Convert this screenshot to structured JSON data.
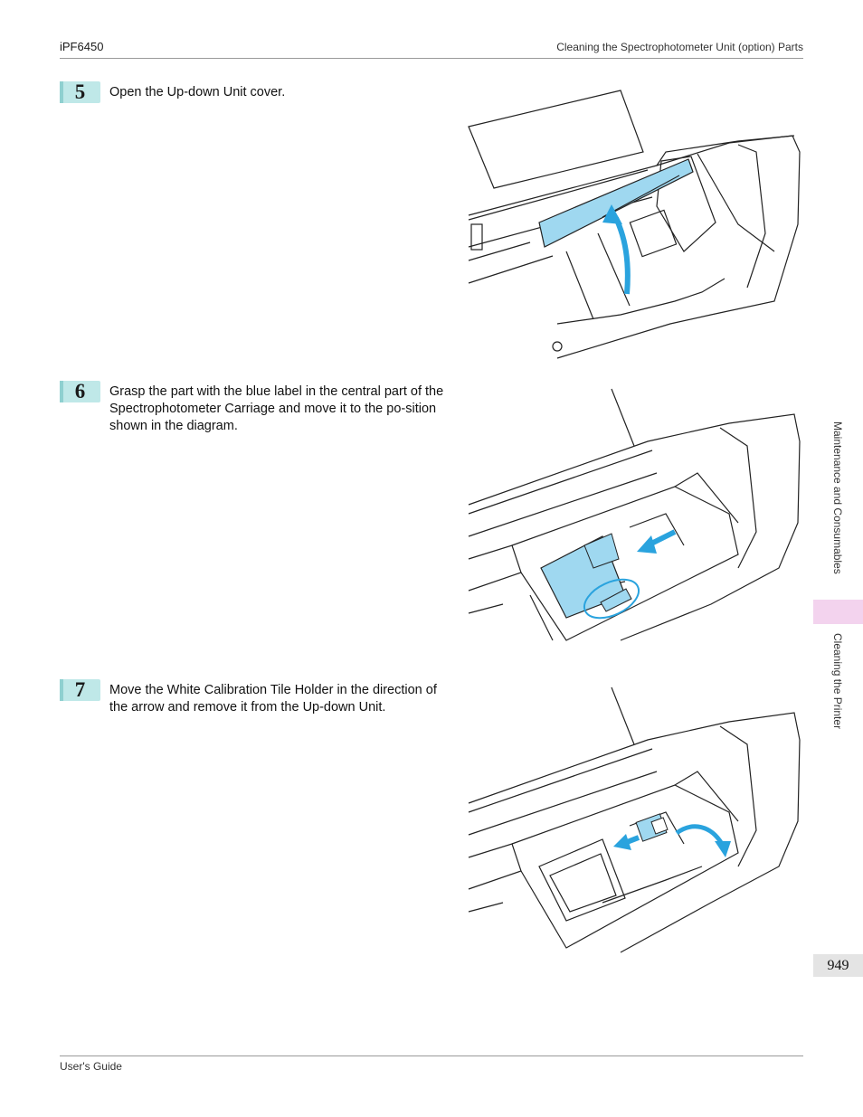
{
  "header": {
    "model": "iPF6450",
    "section": "Cleaning the Spectrophotometer Unit (option) Parts"
  },
  "steps": [
    {
      "number": "5",
      "text": "Open the Up-down Unit cover."
    },
    {
      "number": "6",
      "text": "Grasp the part with the blue label in the central part of the Spectrophotometer Carriage and move it to the po-sition shown in the diagram."
    },
    {
      "number": "7",
      "text": "Move the White Calibration Tile Holder in the direction of the arrow and remove it from the Up-down Unit."
    }
  ],
  "side_tabs": {
    "chapter": "Maintenance and Consumables",
    "section": "Cleaning the Printer"
  },
  "page_number": "949",
  "footer": {
    "guide": "User's Guide"
  },
  "colors": {
    "highlight_blue": "#9fd8f0",
    "arrow_blue": "#2aa3de",
    "step_badge": "#bfe8e8",
    "active_tab": "#f3d3ee",
    "page_number_bg": "#e4e4e4"
  }
}
